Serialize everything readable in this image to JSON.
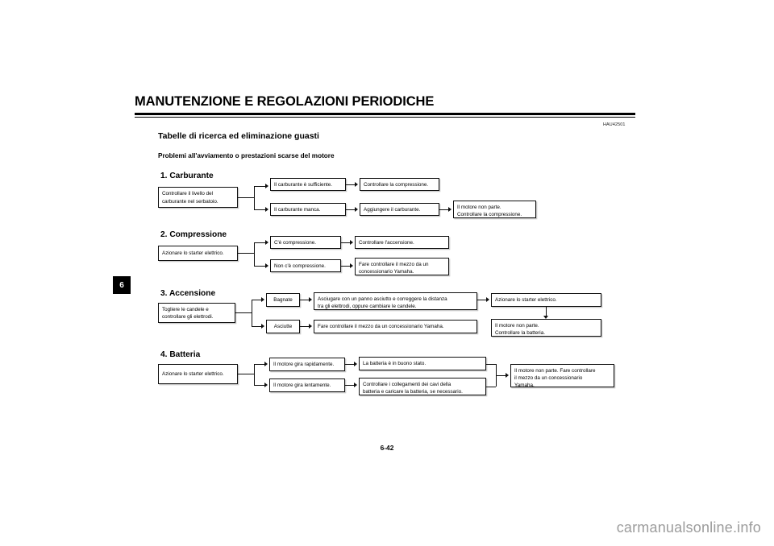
{
  "document": {
    "chapter_title": "MANUTENZIONE E REGOLAZIONI PERIODICHE",
    "doc_code": "HAU42501",
    "section_title": "Tabelle di ricerca ed eliminazione guasti",
    "section_subtitle": "Problemi all'avviamento o prestazioni scarse del motore",
    "chapter_tab": "6",
    "page_number": "6-42",
    "watermark": "carmanualsonline.info"
  },
  "flows": [
    {
      "heading": "1. Carburante",
      "start": "Controllare il livello del\ncarburante nel serbatoio.",
      "branch_top": "Il carburante è sufficiente.",
      "branch_bottom": "Il carburante manca.",
      "result_top": "Controllare la compressione.",
      "result_bottom": "Aggiungere il carburante.",
      "final": "Il motore non parte.\nControllare la compressione."
    },
    {
      "heading": "2. Compressione",
      "start": "Azionare lo starter elettrico.",
      "branch_top": "C'è compressione.",
      "branch_bottom": "Non c'è compressione.",
      "result_top": "Controllare l'accensione.",
      "result_bottom": "Fare controllare il mezzo da un\nconcessionario Yamaha."
    },
    {
      "heading": "3. Accensione",
      "start": "Togliere le candele e\ncontrollare gli elettrodi.",
      "branch_top": "Bagnate",
      "branch_bottom": "Asciutte",
      "result_top": "Asciugare con un panno asciutto e correggere la distanza\ntra gli elettrodi, oppure cambiare le candele.",
      "result_bottom": "Fare controllare il mezzo da un concessionario Yamaha.",
      "final_top": "Azionare lo starter elettrico.",
      "final_bottom": "Il motore non parte.\nControllare la batteria."
    },
    {
      "heading": "4. Batteria",
      "start": "Azionare lo starter elettrico.",
      "branch_top": "Il motore gira rapidamente.",
      "branch_bottom": "Il motore gira lentamente.",
      "result_top": "La batteria è in buono stato.",
      "result_bottom": "Controllare i collegamenti dei cavi della\nbatteria e caricare la batteria, se necessario.",
      "final": "Il motore non parte. Fare controllare\nil mezzo da un concessionario\nYamaha."
    }
  ]
}
